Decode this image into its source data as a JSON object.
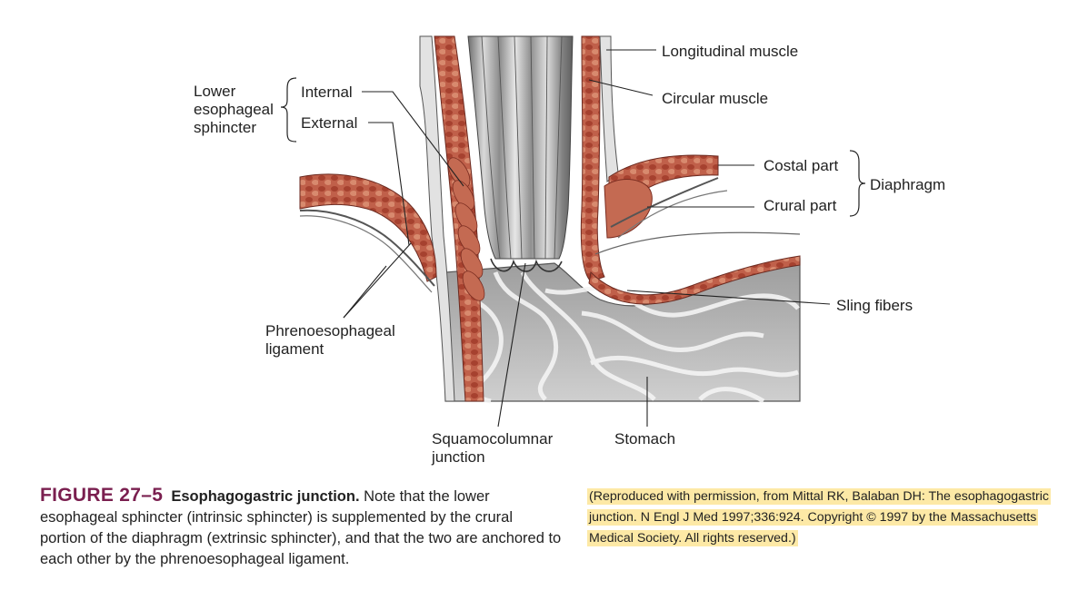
{
  "labels": {
    "lower_es": [
      "Lower",
      "esophageal",
      "sphincter"
    ],
    "internal": "Internal",
    "external": "External",
    "longitudinal": "Longitudinal muscle",
    "circular": "Circular muscle",
    "costal": "Costal part",
    "crural": "Crural part",
    "diaphragm": "Diaphragm",
    "sling": "Sling fibers",
    "phreno": [
      "Phrenoesophageal",
      "ligament"
    ],
    "squamo": [
      "Squamocolumnar",
      "junction"
    ],
    "stomach": "Stomach"
  },
  "caption": {
    "figure_number": "FIGURE 27–5",
    "title": "Esophagogastric junction.",
    "text": "Note that the lower esophageal sphincter (intrinsic sphincter) is supplemented by the crural portion of the diaphragm (extrinsic sphincter), and that the two are anchored to each other by the phrenoesophageal ligament."
  },
  "credit": "(Reproduced with permission, from Mittal RK, Balaban DH: The esophagogastric junction. N Engl J Med 1997;336:924. Copyright © 1997 by the Massachusetts Medical Society. All rights reserved.)",
  "colors": {
    "muscle": "#b24a3a",
    "muscle_light": "#d98a72",
    "mucosa": "#9a9a9a",
    "stomach": "#b8b8b8",
    "highlight": "#fde9a6",
    "figure_number": "#7a1f4f"
  }
}
